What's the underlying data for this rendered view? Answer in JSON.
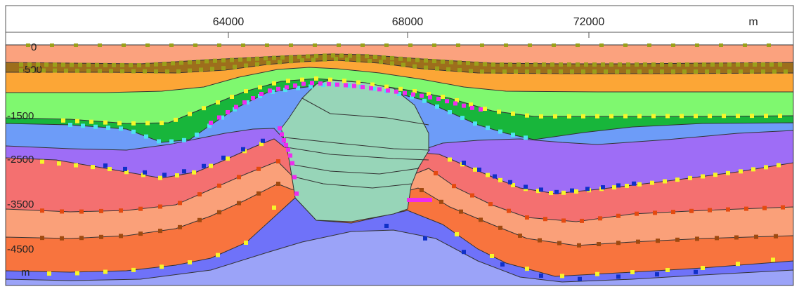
{
  "x_axis": {
    "unit": "m",
    "ticks": [
      "64000",
      "68000",
      "72000"
    ]
  },
  "depth_axis": {
    "unit": "m",
    "ticks": [
      "0",
      "-500",
      "-1500",
      "-2500",
      "-3500",
      "-4500"
    ]
  },
  "layer_colors": {
    "top_salmon": "#fba27e",
    "dark_brown": "#9d6e1c",
    "orange": "#fca636",
    "light_green": "#7ff86f",
    "dark_green": "#18b63b",
    "light_blue": "#6d9cf8",
    "purple": "#9e6df6",
    "red": "#f47070",
    "salmon": "#faa079",
    "dark_orange": "#f8743e",
    "blue": "#6f72f9",
    "base_blue": "#9ba3f8",
    "salt_body": "#97d5b8"
  },
  "marker_colors": {
    "olive": "#9aa01a",
    "yellow": "#f6f62a",
    "cyan": "#4fe2f0",
    "magenta": "#ee2cee",
    "navy": "#1030c8",
    "brown": "#a04a10",
    "red_orange": "#e44a10"
  }
}
